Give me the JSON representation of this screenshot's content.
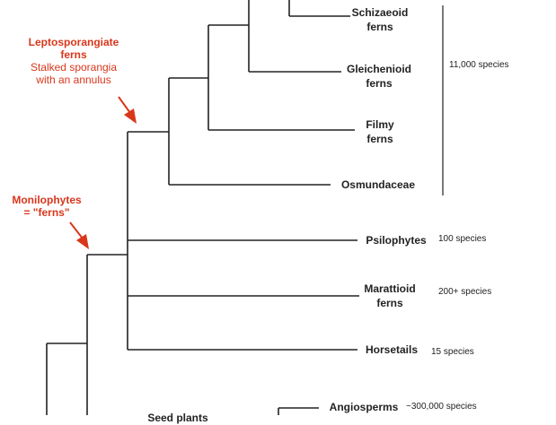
{
  "taxa": {
    "schizaeoid": "Schizaeoid\nferns",
    "gleichenioid": "Gleichenioid\nferns",
    "filmy": "Filmy\nferns",
    "osmundaceae": "Osmundaceae",
    "psilophytes": "Psilophytes",
    "marattioid": "Marattioid\nferns",
    "horsetails": "Horsetails",
    "angiosperms": "Angiosperms",
    "seed_plants": "Seed plants"
  },
  "counts": {
    "leptosporangiate": "11,000 species",
    "psilophytes": "100 species",
    "marattioid": "200+ species",
    "horsetails": "15 species",
    "angiosperms": "~300,000 species"
  },
  "annotations": {
    "lepto_title": "Leptosporangiate",
    "lepto_title2": "ferns",
    "lepto_desc1": "Stalked sporangia",
    "lepto_desc2": "with an annulus",
    "mono_title": "Monilophytes",
    "mono_sub": "= \"ferns\""
  },
  "colors": {
    "line": "#222222",
    "accent": "#d9361c"
  }
}
